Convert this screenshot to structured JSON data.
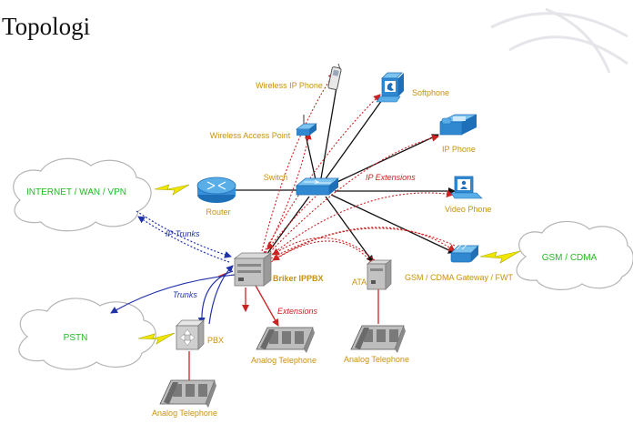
{
  "title": "Topologi",
  "clouds": {
    "internet": "INTERNET / WAN / VPN",
    "pstn": "PSTN",
    "gsm": "GSM / CDMA"
  },
  "devices": {
    "router": "Router",
    "switch": "Switch",
    "wireless_ap": "Wireless Access Point",
    "wireless_phone": "Wireless IP Phone",
    "softphone": "Softphone",
    "ip_phone": "IP Phone",
    "video_phone": "Video Phone",
    "gateway": "GSM / CDMA  Gateway / FWT",
    "ippbx": "Briker IPPBX",
    "ata": "ATA",
    "pbx": "PBX",
    "analog_phone_1": "Analog Telephone",
    "analog_phone_2": "Analog Telephone",
    "analog_phone_3": "Analog Telephone"
  },
  "links": {
    "ip_trunks": "IP Trunks",
    "trunks": "Trunks",
    "ip_extensions": "IP Extensions",
    "extensions": "Extensions"
  },
  "colors": {
    "cloud_text": "#22bb22",
    "device_label": "#c8920a",
    "ip_link": "#cc2222",
    "trunk_link": "#2233aa",
    "lightning": "#f2e600"
  }
}
